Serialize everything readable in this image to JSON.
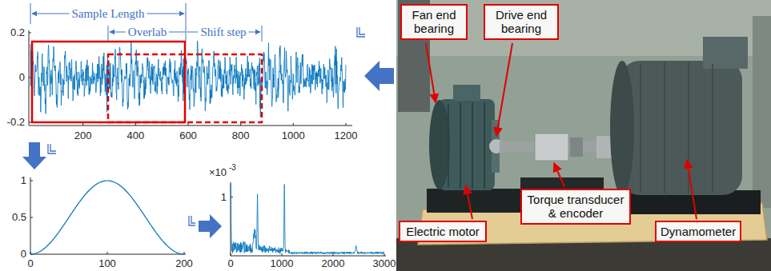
{
  "diagram": {
    "nodes": [
      {
        "text": [
          "Fan end bearing"
        ]
      },
      {
        "text": [
          "Drive end bearing"
        ]
      },
      {
        "text": [
          "Torque transducer & encoder"
        ]
      },
      {
        "text": [
          "Electric motor"
        ]
      },
      {
        "text": [
          "Dynamometer"
        ]
      }
    ],
    "labels": [
      "Sample Length",
      "Overlab",
      "Shift step",
      "0.2",
      "0",
      "-0.2",
      "200",
      "400",
      "600",
      "800",
      "1000",
      "1200",
      "1",
      "0.5",
      "0",
      "0",
      "100",
      "200",
      "×10",
      "-3",
      "1",
      "0",
      "1000",
      "2000",
      "3000"
    ]
  }
}
